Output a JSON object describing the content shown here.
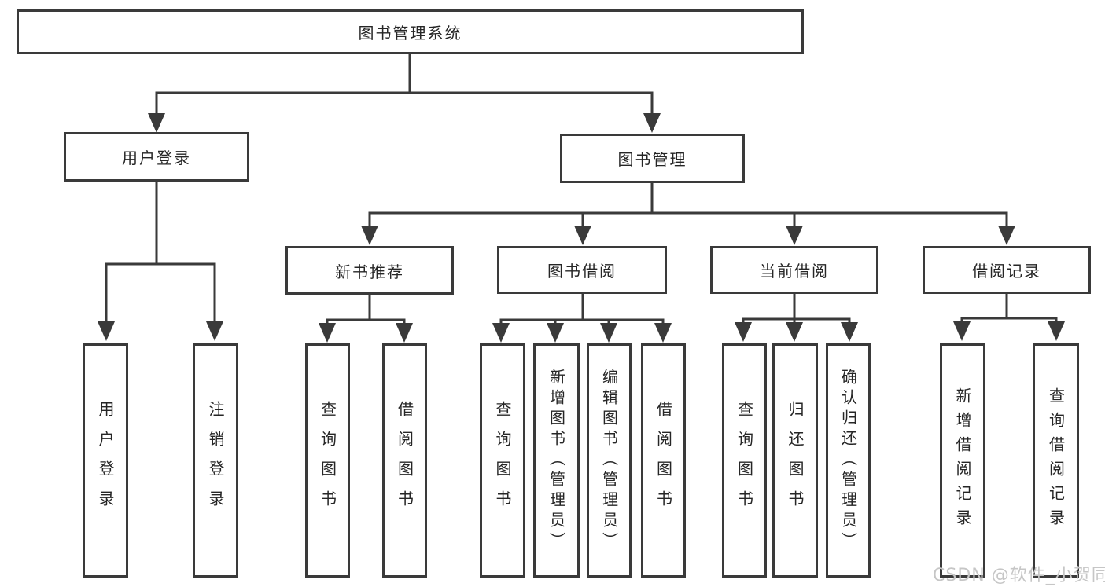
{
  "tree": {
    "root": {
      "label": "图书管理系统",
      "children": [
        {
          "label": "用户登录",
          "children": [
            {
              "label": "用户登录"
            },
            {
              "label": "注销登录"
            }
          ]
        },
        {
          "label": "图书管理",
          "children": [
            {
              "label": "新书推荐",
              "children": [
                {
                  "label": "查询图书"
                },
                {
                  "label": "借阅图书"
                }
              ]
            },
            {
              "label": "图书借阅",
              "children": [
                {
                  "label": "查询图书"
                },
                {
                  "label": "新增图书（管理员）"
                },
                {
                  "label": "编辑图书（管理员）"
                },
                {
                  "label": "借阅图书"
                }
              ]
            },
            {
              "label": "当前借阅",
              "children": [
                {
                  "label": "查询图书"
                },
                {
                  "label": "归还图书"
                },
                {
                  "label": "确认归还（管理员）"
                }
              ]
            },
            {
              "label": "借阅记录",
              "children": [
                {
                  "label": "新增借阅记录"
                },
                {
                  "label": "查询借阅记录"
                }
              ]
            }
          ]
        }
      ]
    }
  },
  "watermark": {
    "text": "CSDN @软件_小贺同学"
  },
  "colors": {
    "line": "#3a3a3a",
    "text": "#262626",
    "watermark": "#c6c6c6",
    "background": "#ffffff"
  }
}
